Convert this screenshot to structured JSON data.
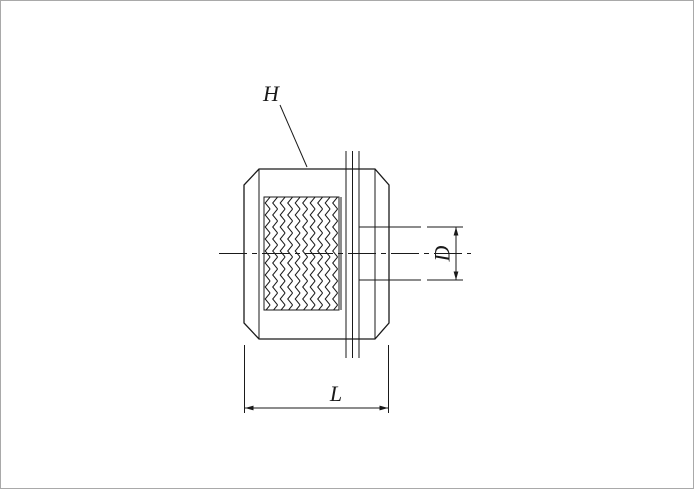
{
  "diagram": {
    "labels": {
      "hex_size": "H",
      "diameter": "D",
      "length": "L"
    },
    "colors": {
      "line": "#1a1a1a",
      "background": "#ffffff",
      "frame": "#a9a9a9"
    }
  }
}
